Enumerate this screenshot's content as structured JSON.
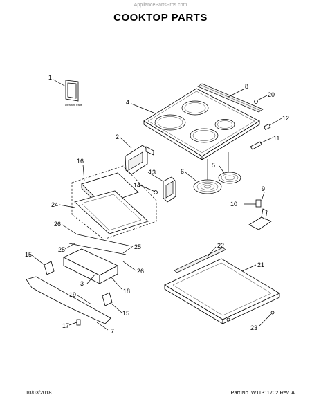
{
  "watermark": "AppliancePartsPros.com",
  "title": "COOKTOP PARTS",
  "literature_label": "Literature Parts",
  "footer": {
    "date": "10/03/2018",
    "part_number": "Part No.  W11311702  Rev.  A"
  },
  "callouts": [
    "1",
    "2",
    "3",
    "4",
    "5",
    "6",
    "7",
    "8",
    "9",
    "10",
    "11",
    "12",
    "13",
    "14",
    "15",
    "15",
    "16",
    "17",
    "18",
    "19",
    "20",
    "21",
    "22",
    "23",
    "24",
    "25",
    "25",
    "26",
    "26"
  ]
}
